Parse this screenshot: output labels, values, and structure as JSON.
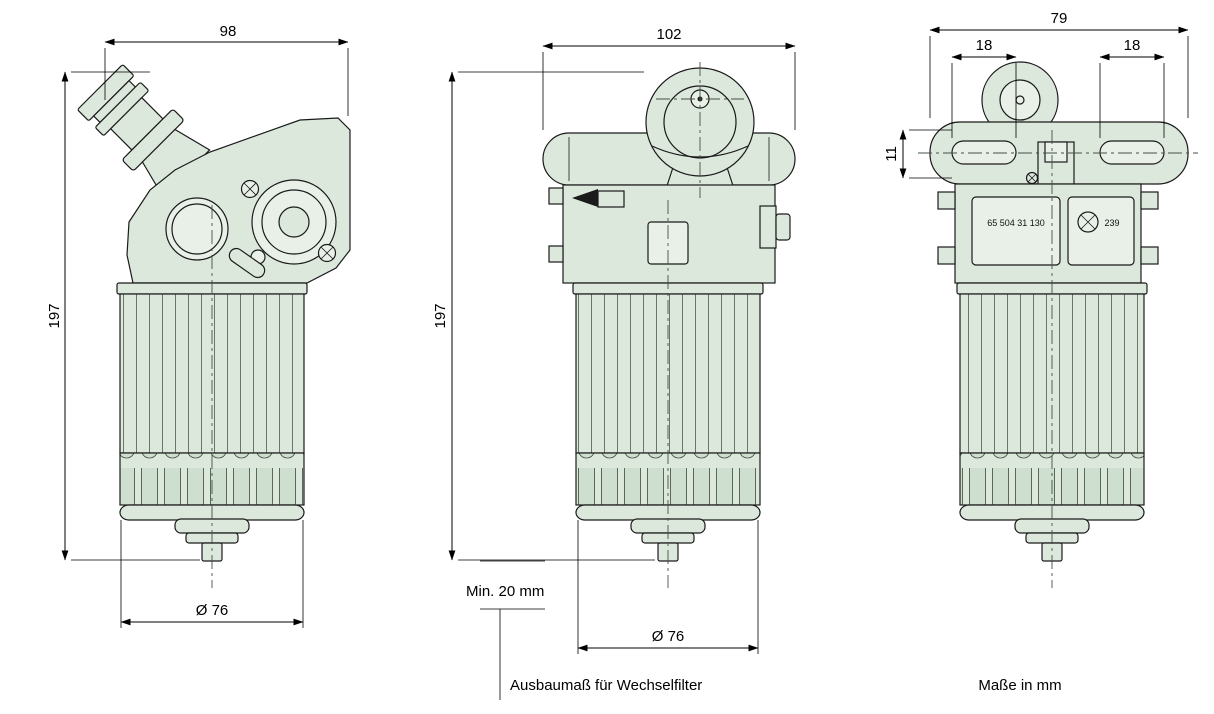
{
  "dims": {
    "left_width": "98",
    "left_height": "197",
    "left_diameter": "Ø 76",
    "front_width": "102",
    "front_height": "197",
    "front_min_clearance": "Min. 20 mm",
    "front_diameter": "Ø 76",
    "right_width": "79",
    "right_slot_left": "18",
    "right_slot_right": "18",
    "right_flange_thickness": "11"
  },
  "labels": {
    "part_number": "65 504 31 130",
    "stamp": "239"
  },
  "captions": {
    "removal": "Ausbaumaß für Wechselfilter",
    "units": "Maße in mm"
  }
}
